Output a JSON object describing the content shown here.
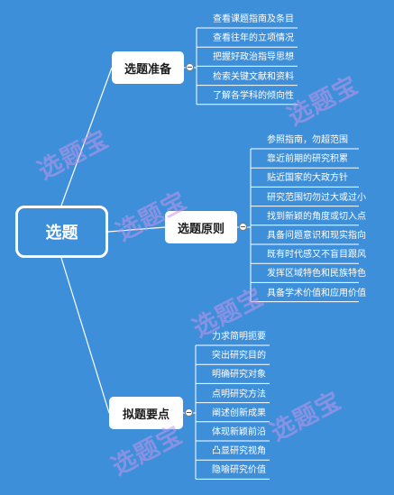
{
  "root": {
    "label": "选题"
  },
  "branches": [
    {
      "label": "选题准备",
      "items": [
        "查看课题指南及条目",
        "查看往年的立项情况",
        "把握好政治指导思想",
        "检索关键文献和资料",
        "了解各学科的倾向性"
      ]
    },
    {
      "label": "选题原则",
      "items": [
        "参照指南，勿超范围",
        "靠近前期的研究积累",
        "贴近国家的大政方针",
        "研究范围切勿过大或过小",
        "找到新颖的角度或切入点",
        "具备问题意识和现实指向",
        "既有时代感又不盲目跟风",
        "发挥区域特色和民族特色",
        "具备学术价值和应用价值"
      ]
    },
    {
      "label": "拟题要点",
      "items": [
        "力求简明扼要",
        "突出研究目的",
        "明确研究对象",
        "点明研究方法",
        "阐述创新成果",
        "体现新颖前沿",
        "凸显研究视角",
        "隐喻研究价值"
      ]
    }
  ],
  "watermark": "选题宝"
}
